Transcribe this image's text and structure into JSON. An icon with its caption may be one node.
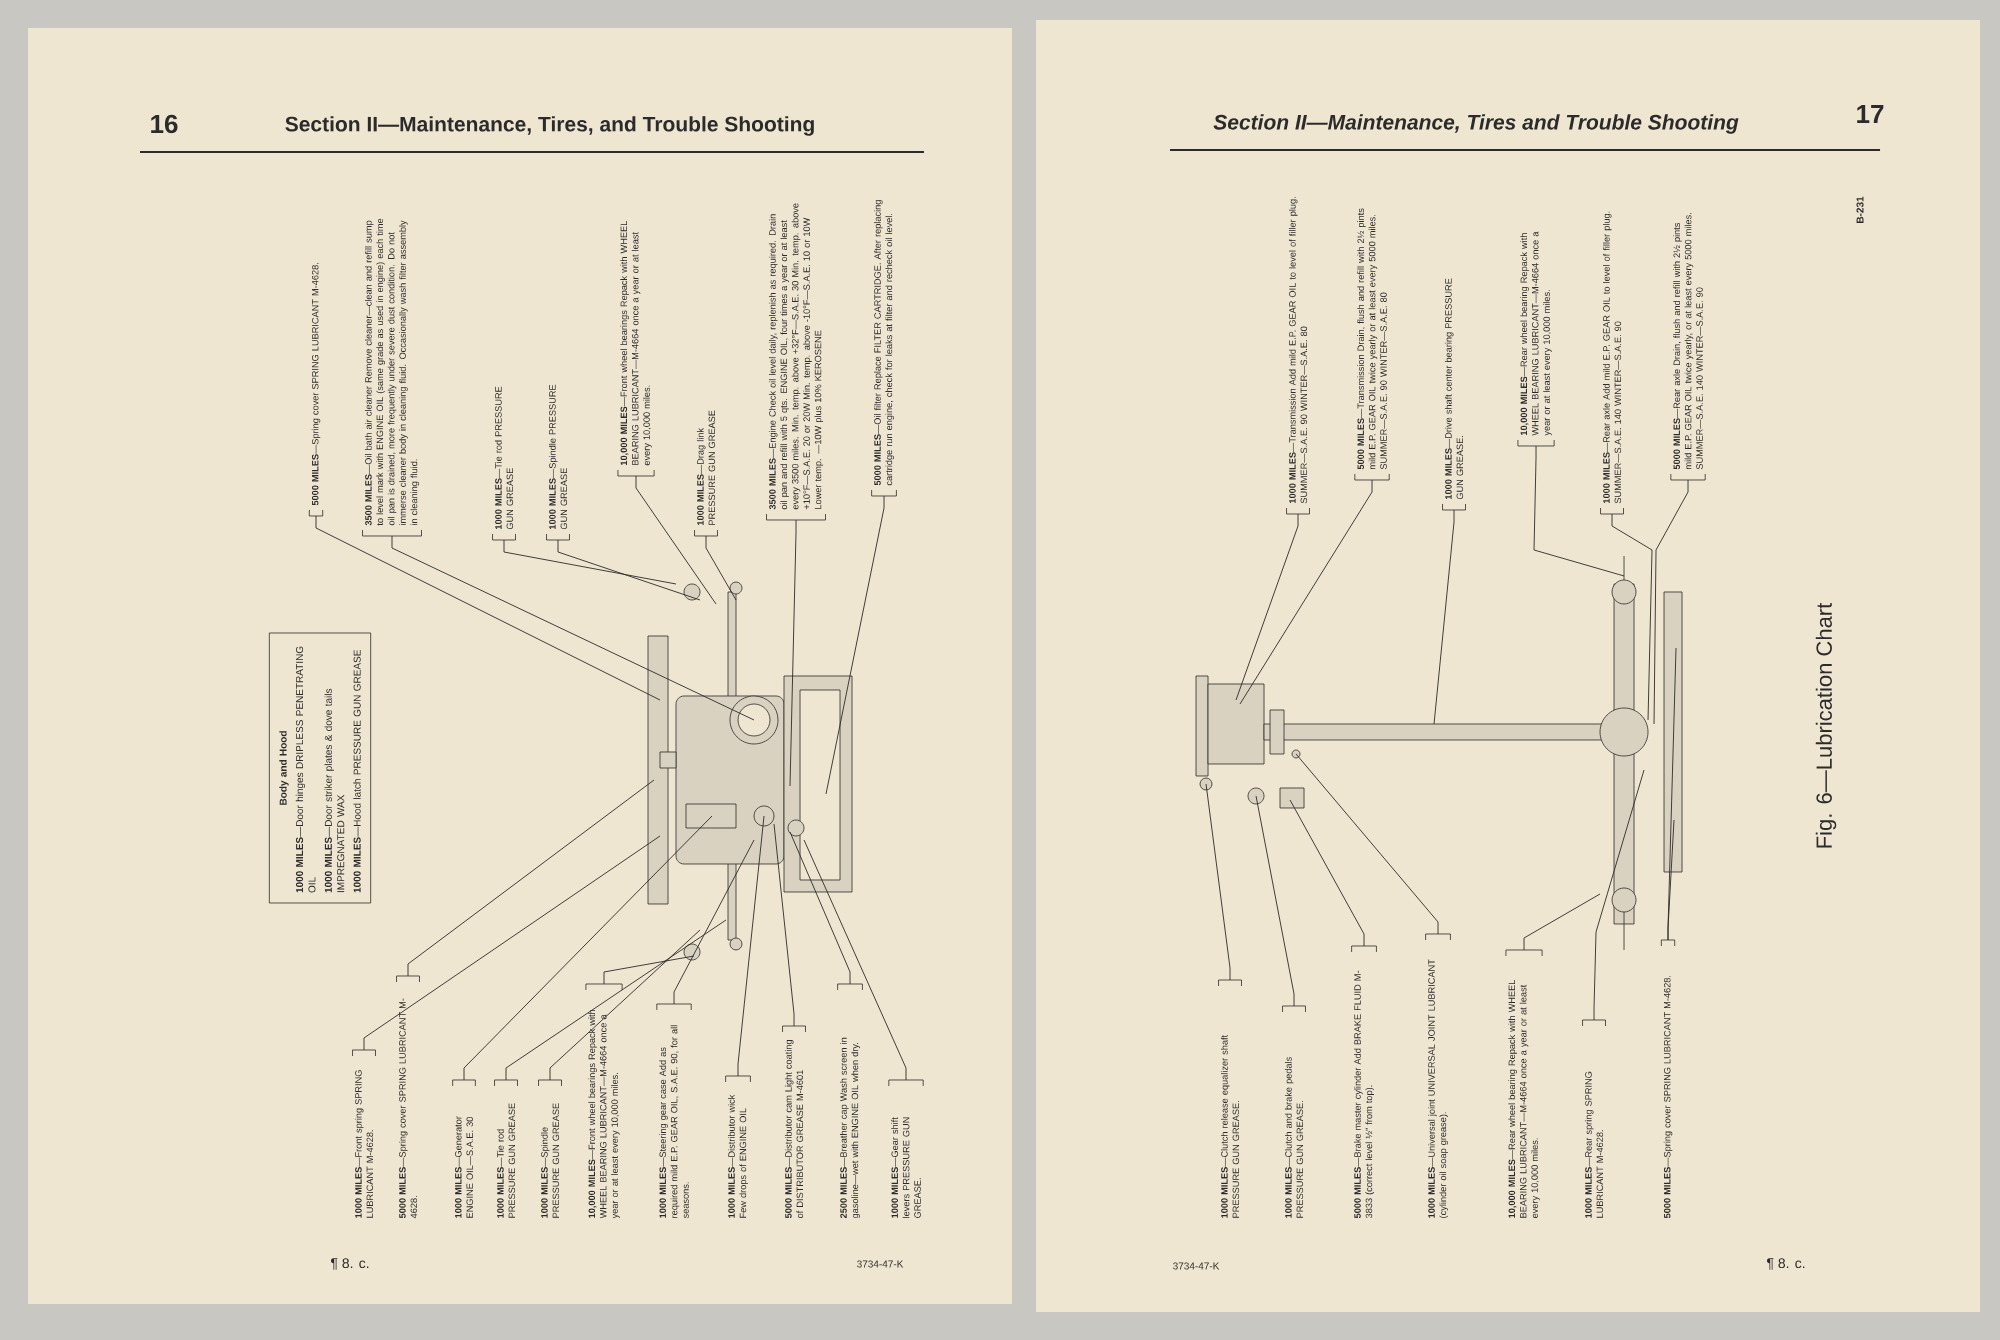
{
  "diagram": {
    "nodes": [
      {
        "text": [
          "Body and Hood",
          "**1000 MILES**—Door hinges DRIPLESS PENETRATING OIL",
          "**1000 MILES**—Door striker plates & dove tails IMPREGNATED WAX",
          "**1000 MILES**—Hood latch PRESSURE GUN GREASE"
        ]
      },
      {
        "text": [
          "**5000 MILES**—Spring cover SPRING LUBRICANT M-4628."
        ]
      },
      {
        "text": [
          "**3500 MILES**—Oil bath air cleaner Remove cleaner—clean and refill sump to level mark with ENGINE OIL (same grade as used in engine) each time oil pan is drained, more frequently under severe dust condition. Do not immerse cleaner body in cleaning fluid. Occasionally wash filter assembly in cleaning fluid."
        ]
      },
      {
        "text": [
          "**1000 MILES**—Tie rod PRESSURE GUN GREASE"
        ]
      },
      {
        "text": [
          "**1000 MILES**—Spindle PRESSURE GUN GREASE"
        ]
      },
      {
        "text": [
          "**10,000 MILES**—Front wheel bearings Repack with WHEEL BEARING LUBRICANT—M-4664 once a year or at least every 10,000 miles."
        ]
      },
      {
        "text": [
          "**1000 MILES**—Drag link PRESSURE GUN GREASE"
        ]
      },
      {
        "text": [
          "**3500 MILES**—Engine Check oil level daily, replenish as required. Drain oil pan and refill with 5 qts. ENGINE OIL, four times a year or at least every 3500 miles. Min. temp. above +32°F—S.A.E. 30 Min. temp. above +10°F—S.A.E. 20 or 20W Min. temp. above -10°F—S.A.E. 10 or 10W Lower temp. —10W plus 10% KEROSENE"
        ]
      },
      {
        "text": [
          "**5000 MILES**—Oil filter Replace FILTER CARTRIDGE. After replacing cartridge run engine, check for leaks at filter and recheck oil level."
        ]
      },
      {
        "text": [
          "**1000 MILES**—Front spring SPRING LUBRICANT M-4628."
        ]
      },
      {
        "text": [
          "**5000 MILES**—Spring cover SPRING LUBRICANT M-4628."
        ]
      },
      {
        "text": [
          "**1000 MILES**—Generator ENGINE OIL—S.A.E. 30"
        ]
      },
      {
        "text": [
          "**1000 MILES**—Tie rod PRESSURE GUN GREASE"
        ]
      },
      {
        "text": [
          "**1000 MILES**—Spindle PRESSURE GUN GREASE"
        ]
      },
      {
        "text": [
          "**10,000 MILES**—Front wheel bearings Repack with WHEEL BEARING LUBRICANT—M-4664 once a year or at least every 10,000 miles."
        ]
      },
      {
        "text": [
          "**1000 MILES**—Steering gear case Add as required mild E.P. GEAR OIL, S.A.E. 90, for all seasons."
        ]
      },
      {
        "text": [
          "**1000 MILES**—Distributor wick Few drops of ENGINE OIL"
        ]
      },
      {
        "text": [
          "**5000 MILES**—Distributor cam Light coating of DISTRIBUTOR GREASE M-4601"
        ]
      },
      {
        "text": [
          "**2500 MILES**—Breather cap Wash screen in gasoline—wet with ENGINE OIL when dry."
        ]
      },
      {
        "text": [
          "**1000 MILES**—Gear shift levers PRESSURE GUN GREASE."
        ]
      },
      {
        "text": [
          "**1000 MILES**—Transmission Add mild E.P. GEAR OIL to level of filler plug. SUMMER—S.A.E. 90 WINTER—S.A.E. 80"
        ]
      },
      {
        "text": [
          "**5000 MILES**—Transmission Drain, flush and refill with 2½ pints mild E.P. GEAR OIL twice yearly or at least every 5000 miles. SUMMER—S.A.E. 90 WINTER—S.A.E. 80"
        ]
      },
      {
        "text": [
          "**1000 MILES**—Drive shaft center bearing PRESSURE GUN GREASE."
        ]
      },
      {
        "text": [
          "**10,000 MILES**—Rear wheel bearing Repack with WHEEL BEARING LUBRICANT—M-4664 once a year or at least every 10,000 miles."
        ]
      },
      {
        "text": [
          "**1000 MILES**—Rear axle Add mild E.P. GEAR OIL to level of filler plug. SUMMER—S.A.E. 140 WINTER—S.A.E. 90"
        ]
      },
      {
        "text": [
          "**5000 MILES**—Rear axle Drain, flush and refill with 2½ pints mild E.P. GEAR OIL twice yearly, or at least every 5000 miles. SUMMER—S.A.E. 140 WINTER—S.A.E. 90"
        ]
      },
      {
        "text": [
          "**1000 MILES**—Clutch release equalizer shaft PRESSURE GUN GREASE."
        ]
      },
      {
        "text": [
          "**1000 MILES**—Clutch and brake pedals PRESSURE GUN GREASE."
        ]
      },
      {
        "text": [
          "**5000 MILES**—Brake master cylinder Add BRAKE FLUID M-3833 (correct level ½\" from top)."
        ]
      },
      {
        "text": [
          "**1000 MILES**—Universal joint UNIVERSAL JOINT LUBRICANT (cylinder oil soap grease)."
        ]
      },
      {
        "text": [
          "**10,000 MILES**—Rear wheel bearing Repack with WHEEL BEARING LUBRICANT—M-4664 once a year or at least every 10,000 miles."
        ]
      },
      {
        "text": [
          "**1000 MILES**—Rear spring SPRING LUBRICANT M-4628."
        ]
      },
      {
        "text": [
          "**5000 MILES**—Spring cover SPRING LUBRICANT M-4628."
        ]
      },
      {
        "text": [],
        "shape": "picture"
      },
      {
        "text": [],
        "shape": "picture"
      }
    ],
    "edges": [
      {
        "from": 1,
        "to": 33,
        "arrow": "none"
      },
      {
        "from": 2,
        "to": 33,
        "arrow": "none"
      },
      {
        "from": 3,
        "to": 33,
        "arrow": "none"
      },
      {
        "from": 4,
        "to": 33,
        "arrow": "none"
      },
      {
        "from": 5,
        "to": 33,
        "arrow": "none"
      },
      {
        "from": 6,
        "to": 33,
        "arrow": "none"
      },
      {
        "from": 7,
        "to": 33,
        "arrow": "none"
      },
      {
        "from": 8,
        "to": 33,
        "arrow": "none"
      },
      {
        "from": 9,
        "to": 33,
        "arrow": "none"
      },
      {
        "from": 10,
        "to": 33,
        "arrow": "none"
      },
      {
        "from": 11,
        "to": 33,
        "arrow": "none"
      },
      {
        "from": 12,
        "to": 33,
        "arrow": "none"
      },
      {
        "from": 13,
        "to": 33,
        "arrow": "none"
      },
      {
        "from": 14,
        "to": 33,
        "arrow": "none"
      },
      {
        "from": 15,
        "to": 33,
        "arrow": "none"
      },
      {
        "from": 16,
        "to": 33,
        "arrow": "none"
      },
      {
        "from": 17,
        "to": 33,
        "arrow": "none"
      },
      {
        "from": 18,
        "to": 33,
        "arrow": "none"
      },
      {
        "from": 19,
        "to": 33,
        "arrow": "none"
      },
      {
        "from": 20,
        "to": 34,
        "arrow": "none"
      },
      {
        "from": 21,
        "to": 34,
        "arrow": "none"
      },
      {
        "from": 22,
        "to": 34,
        "arrow": "none"
      },
      {
        "from": 23,
        "to": 34,
        "arrow": "none"
      },
      {
        "from": 24,
        "to": 34,
        "arrow": "none"
      },
      {
        "from": 25,
        "to": 34,
        "arrow": "none"
      },
      {
        "from": 26,
        "to": 34,
        "arrow": "none"
      },
      {
        "from": 27,
        "to": 34,
        "arrow": "none"
      },
      {
        "from": 28,
        "to": 34,
        "arrow": "none"
      },
      {
        "from": 29,
        "to": 34,
        "arrow": "none"
      },
      {
        "from": 30,
        "to": 34,
        "arrow": "none"
      },
      {
        "from": 31,
        "to": 34,
        "arrow": "none"
      },
      {
        "from": 32,
        "to": 34,
        "arrow": "none"
      },
      {
        "from": 32,
        "to": 34,
        "arrow": "none"
      }
    ],
    "labels": [
      "16",
      "Section II—Maintenance, Tires, and Trouble Shooting",
      "Section II—Maintenance, Tires and Trouble Shooting",
      "17",
      "B-231",
      "Fig. 6—Lubrication Chart",
      "¶ 8. c.",
      "3734-47-K",
      "3734-47-K",
      "¶ 8. c."
    ]
  }
}
